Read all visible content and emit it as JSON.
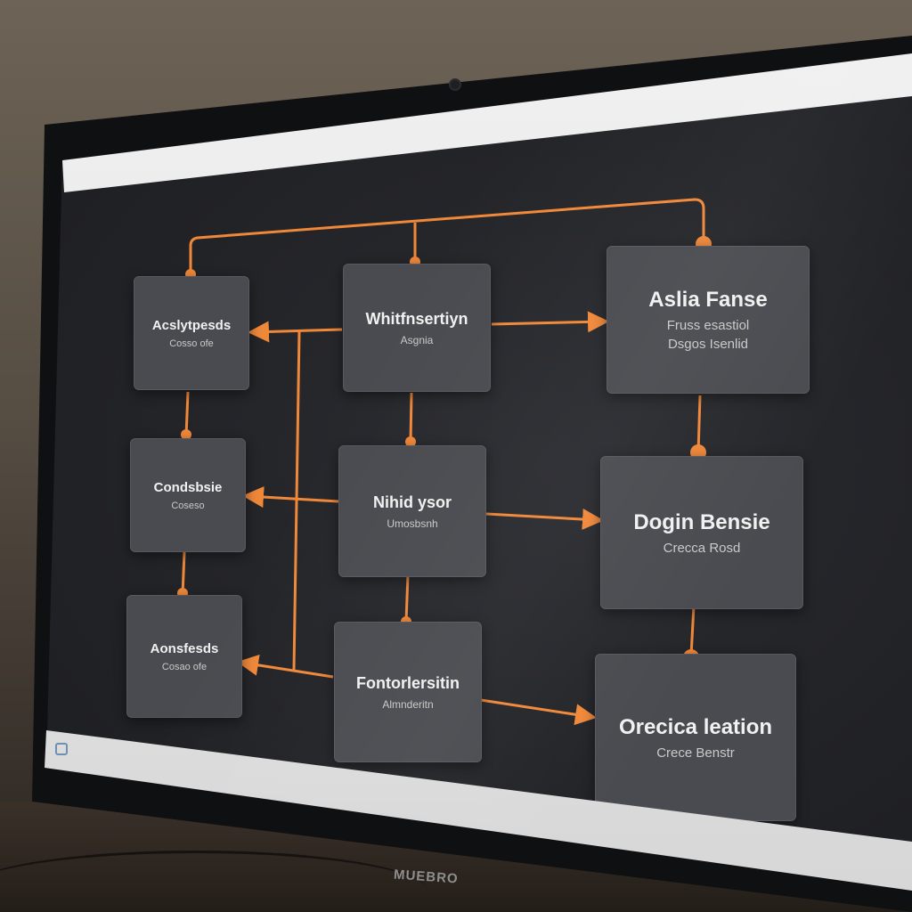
{
  "browser": {
    "tabs": [
      "",
      "",
      "",
      ""
    ]
  },
  "monitor": {
    "brand": "MUEBRO"
  },
  "diagram": {
    "accent": "#f0883a",
    "node_color": "#4a4b50",
    "left_column": [
      {
        "title": "Acslytpesds",
        "sub": "Cosso ofe"
      },
      {
        "title": "Condsbsie",
        "sub": "Coseso"
      },
      {
        "title": "Aonsfesds",
        "sub": "Cosao ofe"
      }
    ],
    "middle_column": [
      {
        "title": "Whitfnsertiyn",
        "sub": "Asgnia"
      },
      {
        "title": "Nihid ysor",
        "sub": "Umosbsnh"
      },
      {
        "title": "Fontorlersitin",
        "sub": "Almnderitn"
      }
    ],
    "right_column": [
      {
        "title": "Aslia Fanse",
        "sub": "Fruss esastiol",
        "sub2": "Dsgos Isenlid"
      },
      {
        "title": "Dogin Bensie",
        "sub": "Crecca Rosd"
      },
      {
        "title": "Orecica leation",
        "sub": "Crece Benstr"
      }
    ]
  }
}
